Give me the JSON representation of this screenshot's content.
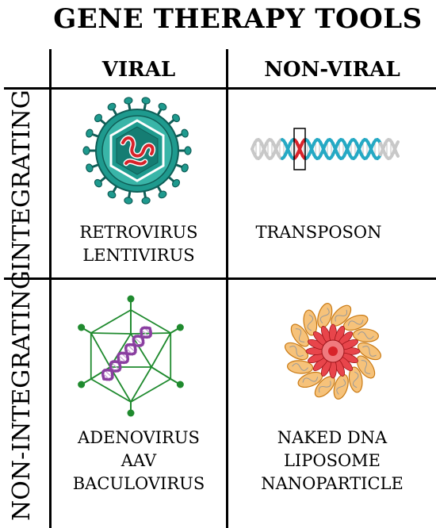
{
  "title": "GENE THERAPY TOOLS",
  "columns": {
    "viral": "VIRAL",
    "non_viral": "NON-VIRAL"
  },
  "rows": {
    "integrating": "INTEGRATING",
    "non_integrating": "NON-INTEGRATING"
  },
  "cells": {
    "integrating_viral": [
      "RETROVIRUS",
      "LENTIVIRUS"
    ],
    "integrating_non_viral": [
      "TRANSPOSON"
    ],
    "non_integrating_viral": [
      "ADENOVIRUS",
      "AAV",
      "BACULOVIRUS"
    ],
    "non_integrating_non_viral": [
      "NAKED DNA",
      "LIPOSOME",
      "NANOPARTICLE"
    ]
  },
  "colors": {
    "retrovirus_teal": "#1e9a8e",
    "capsid_red": "#d8232a",
    "dna_cyan": "#25a9c4",
    "adeno_green": "#1f8a2e",
    "dna_purple": "#8a3fa0",
    "liposome_orange": "#f1a23a"
  }
}
